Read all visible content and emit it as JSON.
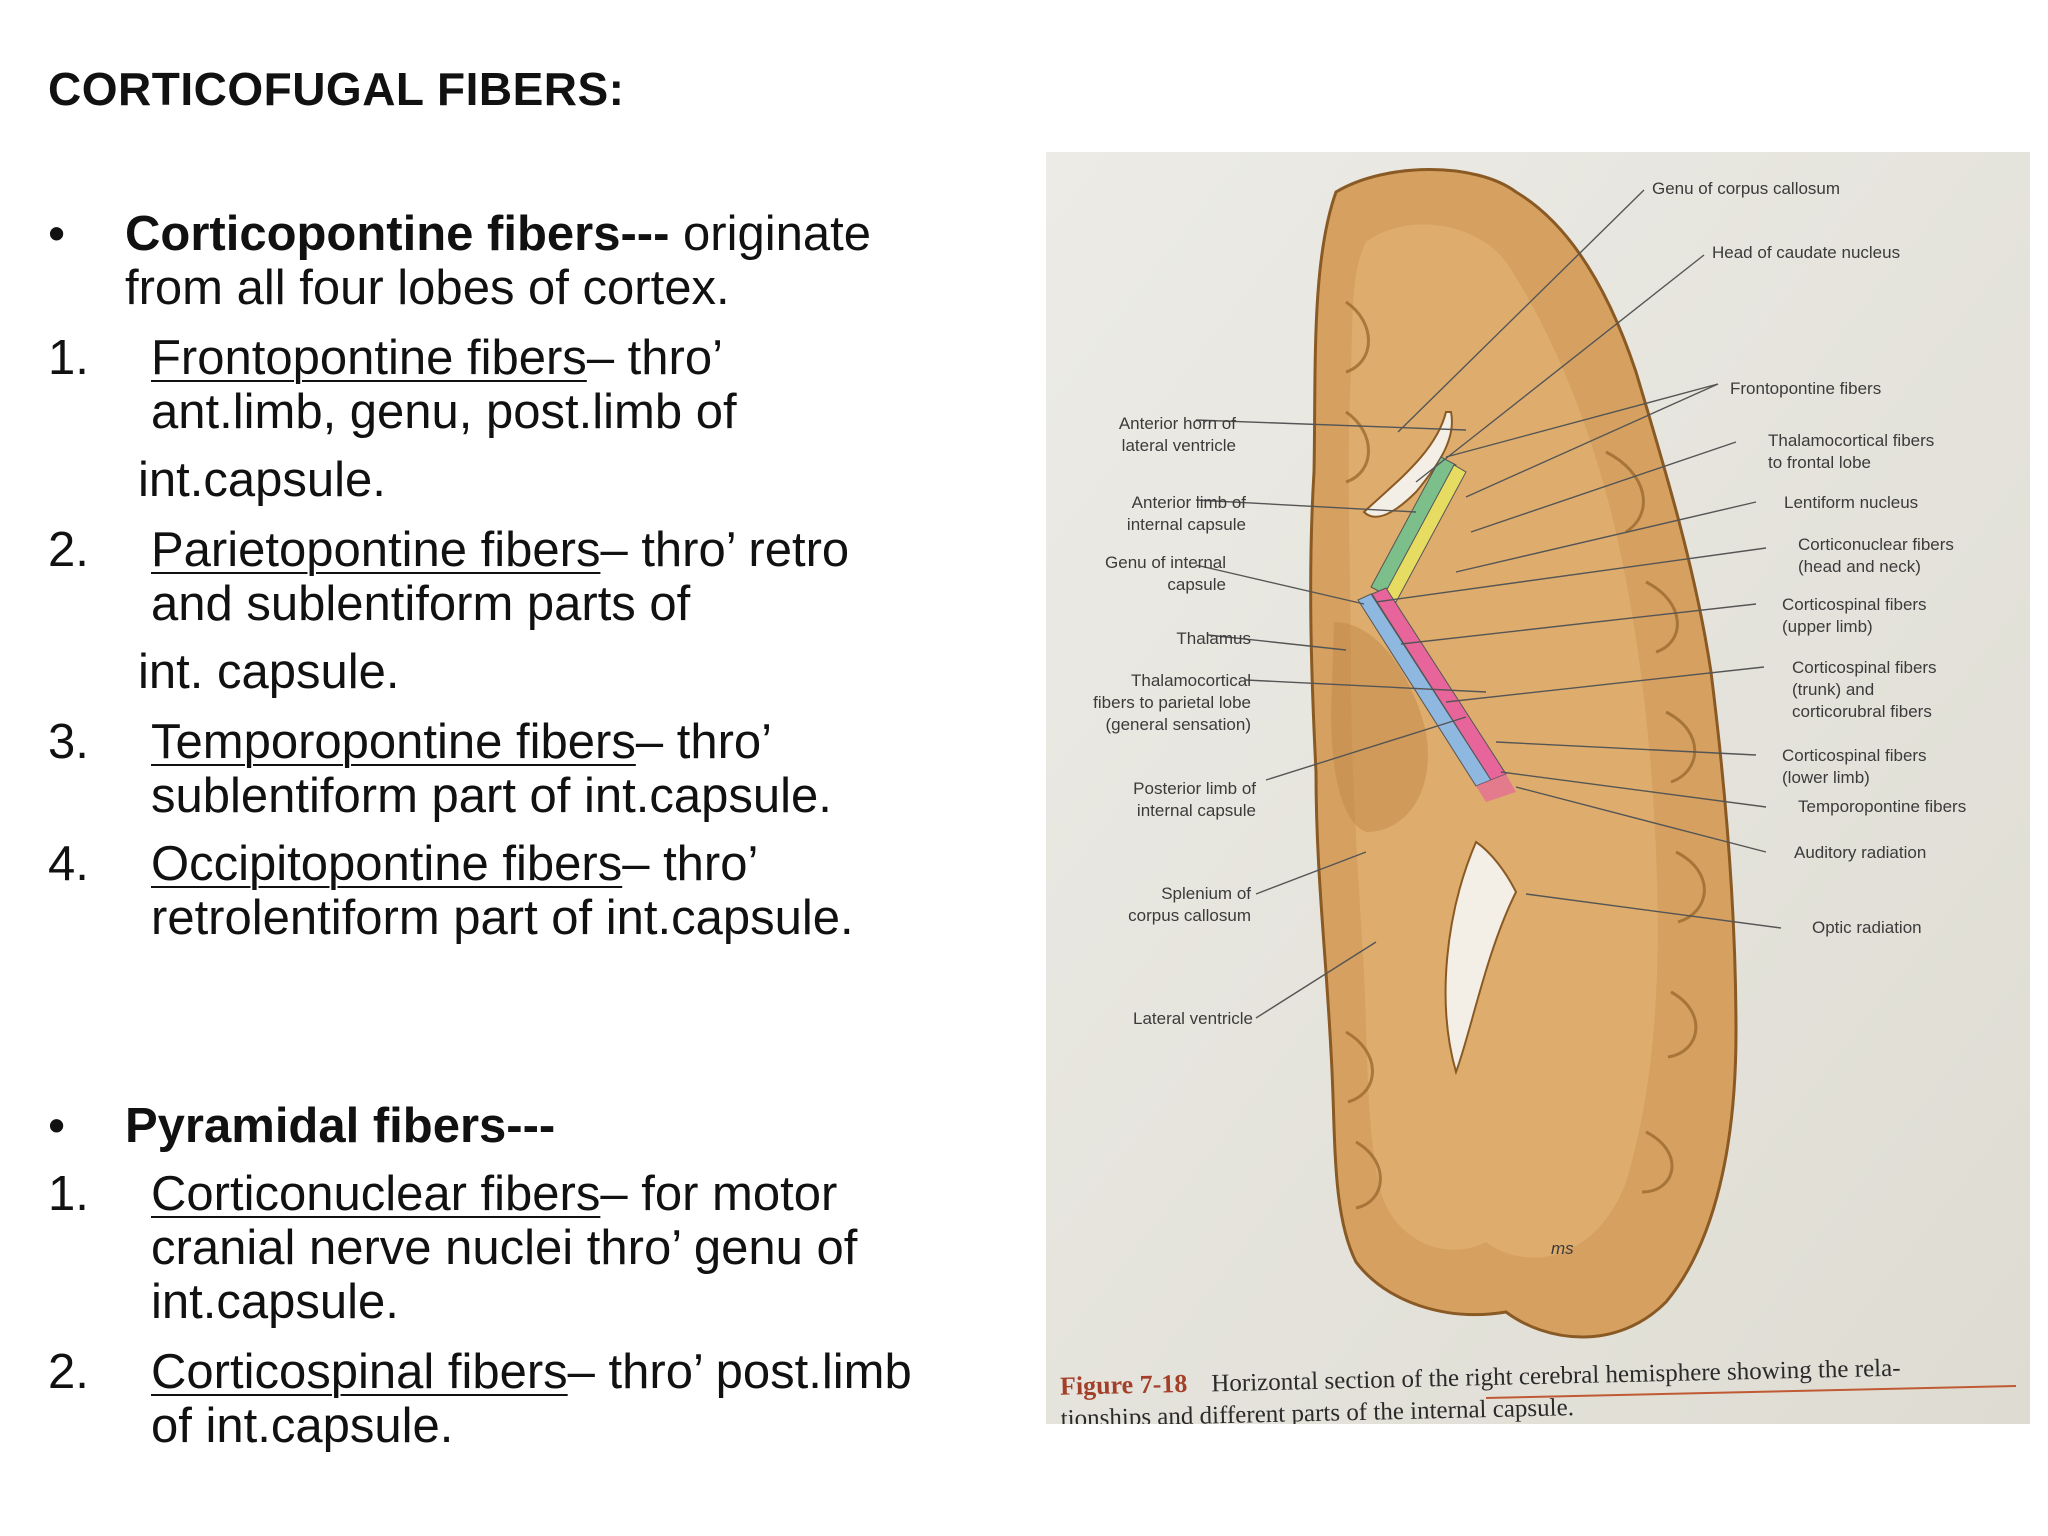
{
  "title": "CORTICOFUGAL FIBERS:",
  "section1": {
    "bullet": "•",
    "heading": "Corticopontine fibers---",
    "heading_rest": " originate",
    "heading_line2": "from all four lobes of cortex.",
    "items": [
      {
        "num": "1.",
        "term": "Frontopontine fibers",
        "rest": "– thro’",
        "line2": "ant.limb, genu, post.limb of",
        "line3": "int.capsule."
      },
      {
        "num": "2.",
        "term": "Parietopontine fibers",
        "rest": "– thro’ retro",
        "line2": "and sublentiform parts of",
        "line3": "int. capsule."
      },
      {
        "num": "3.",
        "term": "Temporopontine fibers",
        "rest": "– thro’",
        "line2": "sublentiform part of int.capsule."
      },
      {
        "num": "4.",
        "term": "Occipitopontine fibers",
        "rest": "– thro’",
        "line2": "retrolentiform part of int.capsule."
      }
    ]
  },
  "section2": {
    "bullet": "•",
    "heading": "Pyramidal fibers---",
    "items": [
      {
        "num": "1.",
        "term": "Corticonuclear fibers",
        "rest": "– for motor",
        "line2": "cranial nerve nuclei thro’ genu of",
        "line3": "int.capsule."
      },
      {
        "num": "2.",
        "term": "Corticospinal fibers",
        "rest": "– thro’ post.limb",
        "line2": "of int.capsule."
      }
    ]
  },
  "figure": {
    "left_labels": [
      {
        "l1": "Anterior horn of",
        "l2": "lateral ventricle"
      },
      {
        "l1": "Anterior limb of",
        "l2": "internal capsule"
      },
      {
        "l1": "Genu of internal",
        "l2": "capsule"
      },
      {
        "l1": "Thalamus",
        "l2": ""
      },
      {
        "l1": "Thalamocortical",
        "l2": "fibers to parietal lobe",
        "l3": "(general sensation)"
      },
      {
        "l1": "Posterior limb of",
        "l2": "internal capsule"
      },
      {
        "l1": "Splenium of",
        "l2": "corpus callosum"
      },
      {
        "l1": "Lateral ventricle",
        "l2": ""
      }
    ],
    "right_labels": [
      {
        "l1": "Genu of corpus callosum",
        "l2": ""
      },
      {
        "l1": "Head of caudate nucleus",
        "l2": ""
      },
      {
        "l1": "Frontopontine fibers",
        "l2": ""
      },
      {
        "l1": "Thalamocortical fibers",
        "l2": "to frontal lobe"
      },
      {
        "l1": "Lentiform nucleus",
        "l2": ""
      },
      {
        "l1": "Corticonuclear fibers",
        "l2": "(head and neck)"
      },
      {
        "l1": "Corticospinal fibers",
        "l2": "(upper limb)"
      },
      {
        "l1": "Corticospinal fibers",
        "l2": "(trunk) and",
        "l3": "corticorubral fibers"
      },
      {
        "l1": "Corticospinal fibers",
        "l2": "(lower limb)"
      },
      {
        "l1": "Temporopontine fibers",
        "l2": ""
      },
      {
        "l1": "Auditory radiation",
        "l2": ""
      },
      {
        "l1": "Optic radiation",
        "l2": ""
      }
    ],
    "caption_label": "Figure 7-18",
    "caption_text1": "Horizontal section of the right cerebral hemisphere showing the rela-",
    "caption_text2": "tionships and different parts of the internal capsule.",
    "colors": {
      "green": "#7dbf8a",
      "yellow": "#e6dc62",
      "pink": "#e7659b",
      "blue": "#8fb8e0",
      "tissue": "#d7a263",
      "tissue_dark": "#b9803f"
    }
  }
}
